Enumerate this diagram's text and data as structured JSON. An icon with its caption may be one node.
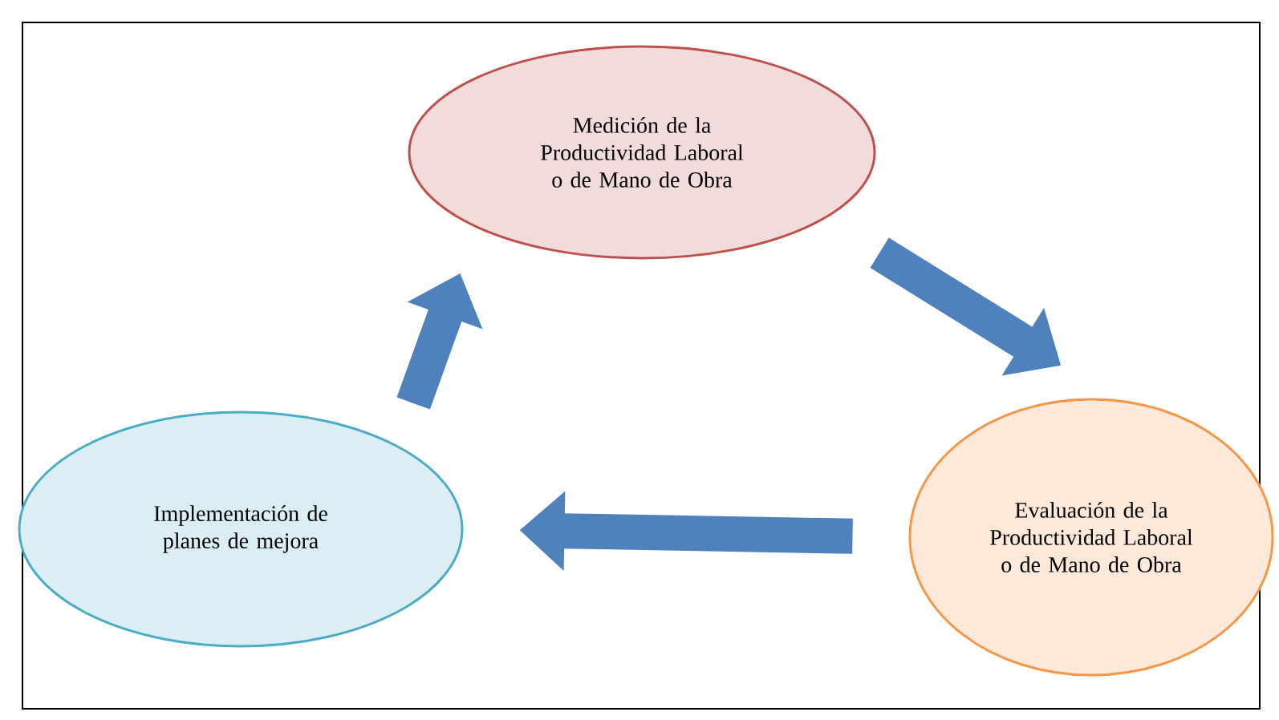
{
  "diagram": {
    "nodes": [
      {
        "text": [
          "Medición de la Productividad Laboral o de Mano de Obra"
        ]
      },
      {
        "text": [
          "Evaluación de la Productividad Laboral o de Mano de Obra"
        ]
      },
      {
        "text": [
          "Implementación de planes de mejora"
        ]
      }
    ],
    "edges": [
      {
        "from": 0,
        "to": 1,
        "arrow": "to"
      },
      {
        "from": 1,
        "to": 2,
        "arrow": "to"
      },
      {
        "from": 2,
        "to": 0,
        "arrow": "to"
      }
    ]
  }
}
